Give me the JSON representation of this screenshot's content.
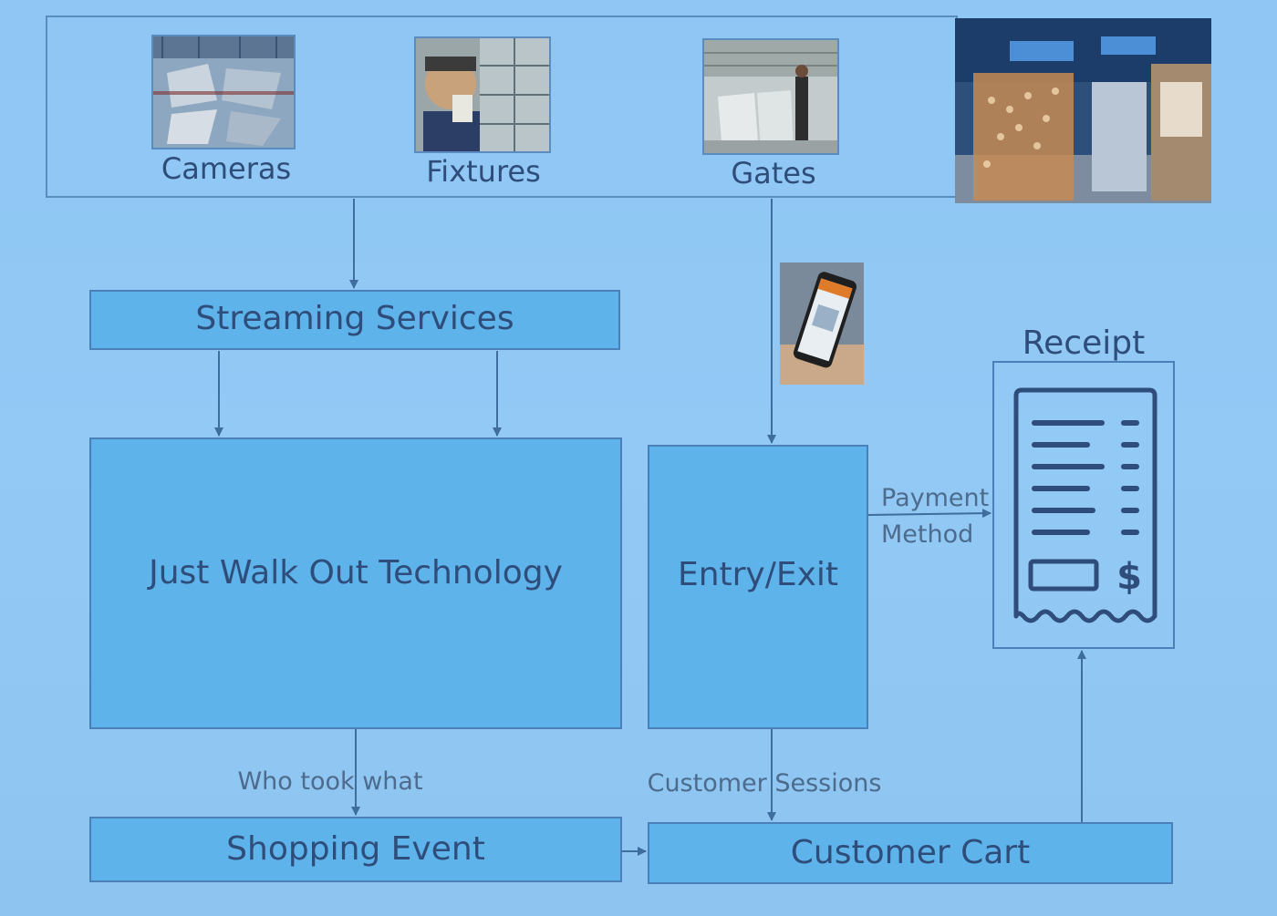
{
  "devices": {
    "cameras_label": "Cameras",
    "fixtures_label": "Fixtures",
    "gates_label": "Gates"
  },
  "nodes": {
    "streaming": "Streaming Services",
    "jwo": "Just Walk Out Technology",
    "entry_exit": "Entry/Exit",
    "shopping_event": "Shopping Event",
    "customer_cart": "Customer Cart",
    "receipt_title": "Receipt"
  },
  "edges": {
    "payment_line1": "Payment",
    "payment_line2": "Method",
    "who_took_what": "Who took what",
    "customer_sessions": "Customer Sessions"
  },
  "receipt": {
    "currency_symbol": "$"
  },
  "colors": {
    "background": "#8fc6f3",
    "box_fill": "#5eb3ea",
    "border": "#4a7fb8",
    "text": "#2f4d7a"
  }
}
